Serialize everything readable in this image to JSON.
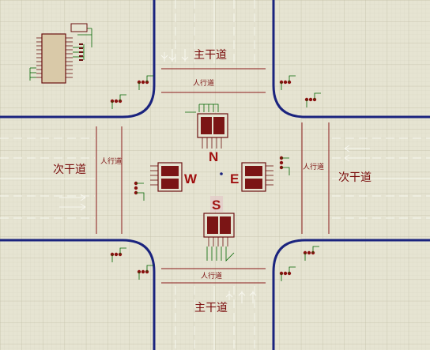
{
  "roads": {
    "main_north": "主干道",
    "main_south": "主干道",
    "secondary_west": "次干道",
    "secondary_east": "次干道"
  },
  "crosswalks": {
    "north": "人行道",
    "south": "人行道",
    "west": "人行道",
    "east": "人行道"
  },
  "directions": {
    "north": "N",
    "south": "S",
    "west": "W",
    "east": "E"
  },
  "colors": {
    "background": "#e6e4d2",
    "grid": "#c9c6ae",
    "road_edge": "#1a237e",
    "component": "#6b1010",
    "display": "#7b1515",
    "label": "#7a0d0d",
    "wire": "#006400"
  }
}
